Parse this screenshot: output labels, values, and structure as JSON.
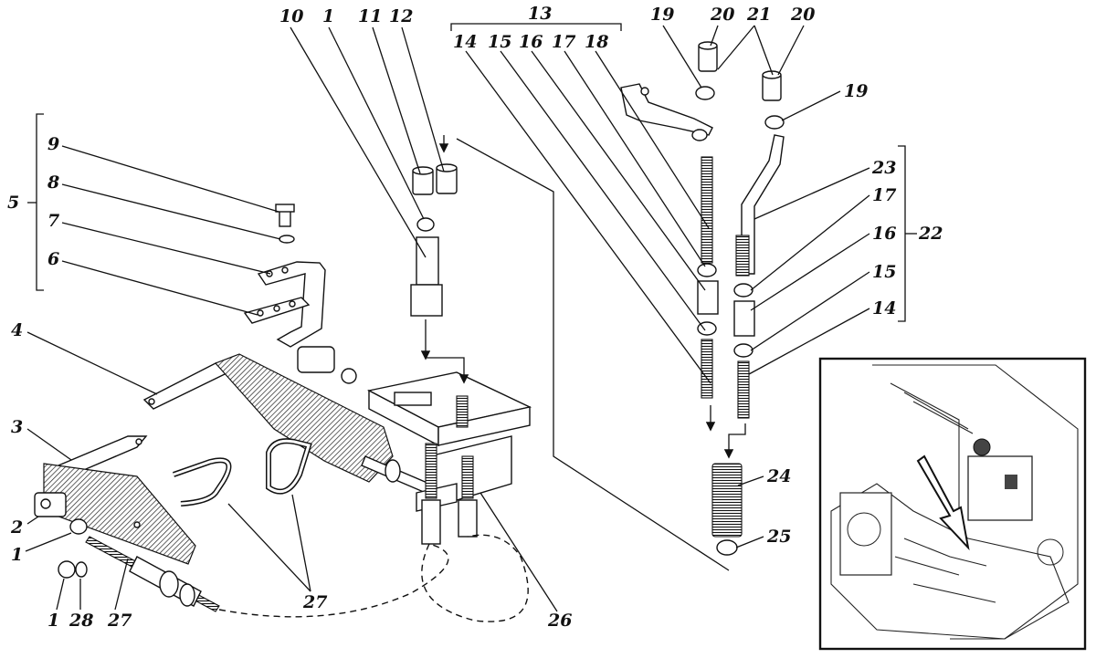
{
  "labels": {
    "l1": "1",
    "l2": "2",
    "l3": "3",
    "l4": "4",
    "l5": "5",
    "l6": "6",
    "l7": "7",
    "l8": "8",
    "l9": "9",
    "l10": "10",
    "l11": "11",
    "l12": "12",
    "l13": "13",
    "l14": "14",
    "l15": "15",
    "l16": "16",
    "l17": "17",
    "l18": "18",
    "l19": "19",
    "l20": "20",
    "l21": "21",
    "l22": "22",
    "l23": "23",
    "l24": "24",
    "l25": "25",
    "l26": "26",
    "l27": "27",
    "l28": "28"
  },
  "colors": {
    "ink": "#111111",
    "paper": "#ffffff",
    "shade": "#555555"
  }
}
